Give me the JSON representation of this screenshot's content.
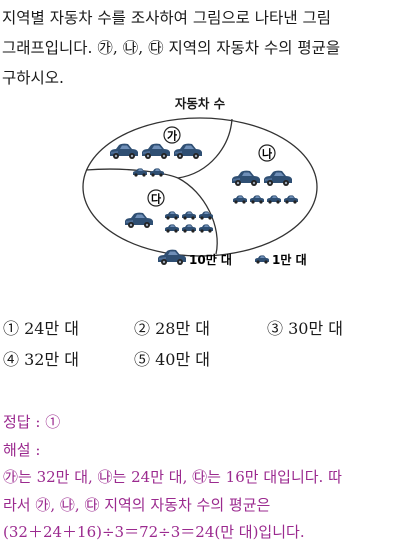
{
  "question": {
    "line1": "지역별 자동차 수를 조사하여 그림으로 나타낸 그림",
    "line2": "그래프입니다. ㉮, ㉯, ㉰ 지역의 자동차 수의 평균을",
    "line3": "구하시오."
  },
  "pictograph": {
    "title": "자동차 수",
    "regions": [
      {
        "label": "가",
        "big_cars": 3,
        "small_cars": 2
      },
      {
        "label": "나",
        "big_cars": 2,
        "small_cars": 4
      },
      {
        "label": "다",
        "big_cars": 1,
        "small_cars": 6
      }
    ],
    "legend": {
      "big": "10만 대",
      "small": "1만 대"
    },
    "colors": {
      "car_body": "#2f4f73",
      "car_light": "#6f8fb8",
      "wheel": "#222222",
      "outline": "#333333"
    }
  },
  "choices": {
    "c1": "① 24만 대",
    "c2": "② 28만 대",
    "c3": "③ 30만 대",
    "c4": "④ 32만 대",
    "c5": "⑤ 40만 대"
  },
  "answer": {
    "correct": "정답 : ①",
    "heading": "해설 :",
    "line1": "㉮는 32만 대, ㉯는 24만 대, ㉰는 16만 대입니다. 따",
    "line2": "라서 ㉮, ㉯, ㉰ 지역의 자동차 수의 평균은",
    "line3": "(32＋24＋16)÷3＝72÷3＝24(만 대)입니다."
  }
}
